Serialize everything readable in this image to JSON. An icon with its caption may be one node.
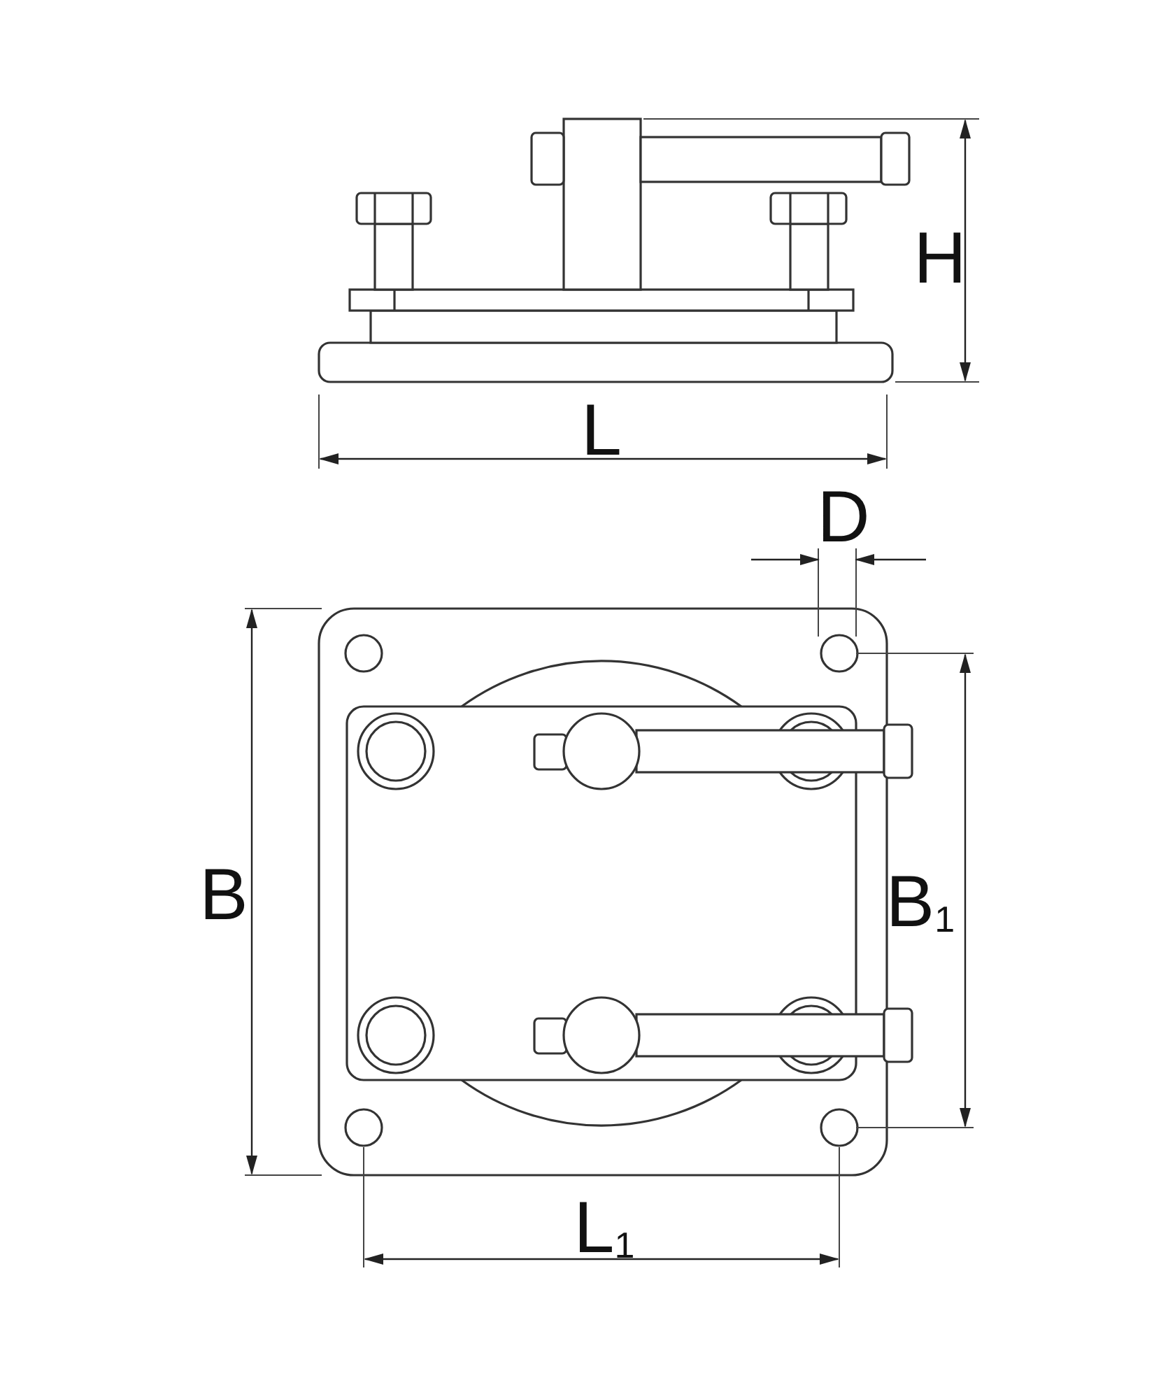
{
  "diagram": {
    "labels": [
      "H",
      "L",
      "D",
      "B",
      "B$_{1}$",
      "L$_{1}$"
    ]
  }
}
